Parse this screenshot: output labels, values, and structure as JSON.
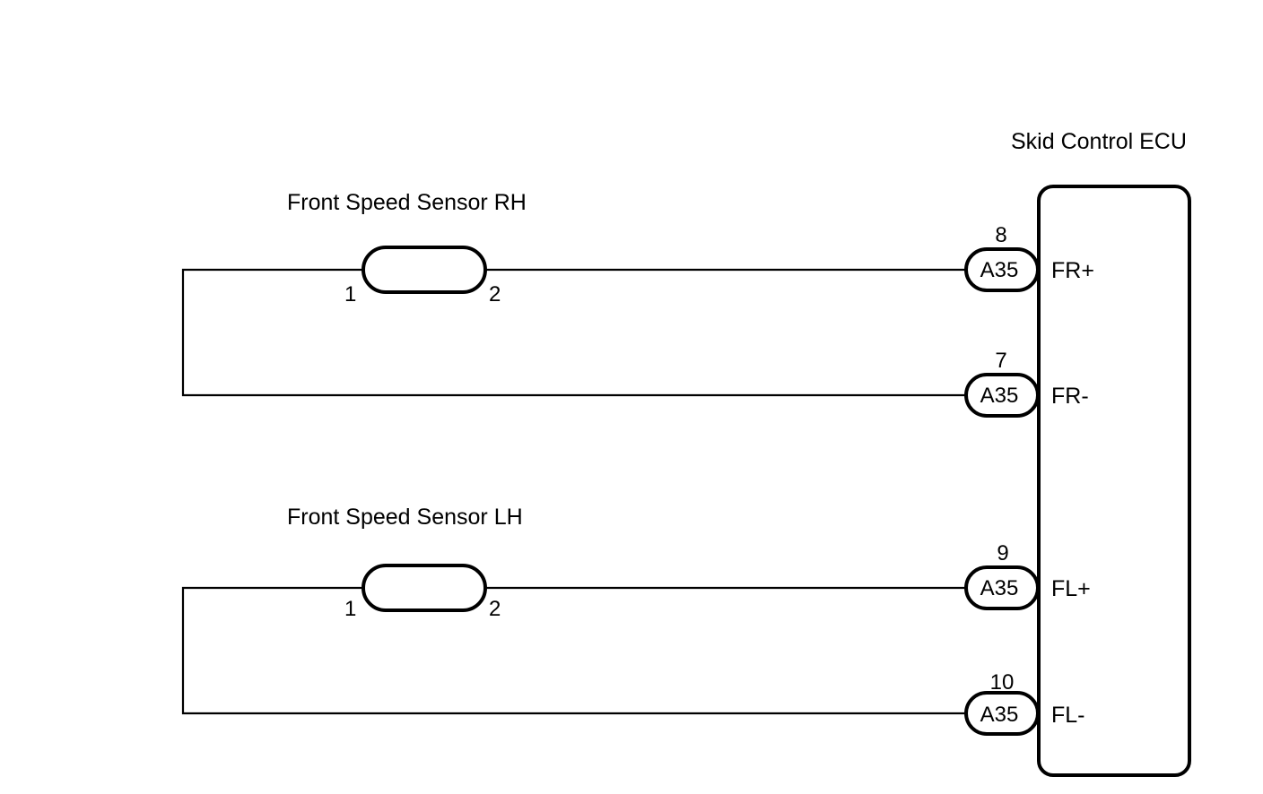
{
  "ecu": {
    "title": "Skid Control ECU",
    "terminals": [
      {
        "pin": "8",
        "connector": "A35",
        "signal": "FR+"
      },
      {
        "pin": "7",
        "connector": "A35",
        "signal": "FR-"
      },
      {
        "pin": "9",
        "connector": "A35",
        "signal": "FL+"
      },
      {
        "pin": "10",
        "connector": "A35",
        "signal": "FL-"
      }
    ]
  },
  "sensors": [
    {
      "title": "Front Speed Sensor RH",
      "pin_left": "1",
      "pin_right": "2"
    },
    {
      "title": "Front Speed Sensor LH",
      "pin_left": "1",
      "pin_right": "2"
    }
  ]
}
